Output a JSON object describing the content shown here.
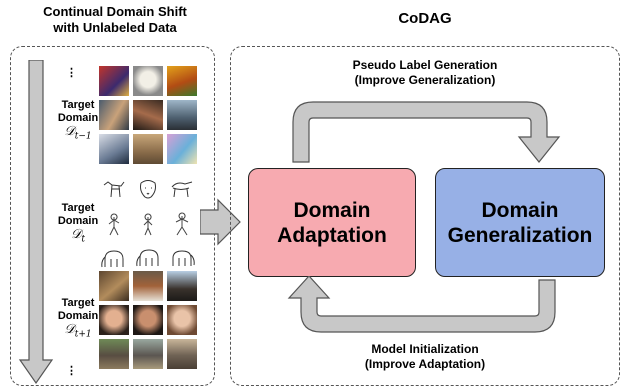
{
  "left_panel": {
    "title_line1": "Continual Domain Shift",
    "title_line2": "with Unlabeled Data",
    "ellipsis": "⋮",
    "domains": [
      {
        "label_line1": "Target",
        "label_line2": "Domain",
        "symbol": "𝒟",
        "subscript": "t−1",
        "style": "photo"
      },
      {
        "label_line1": "Target",
        "label_line2": "Domain",
        "symbol": "𝒟",
        "subscript": "t",
        "style": "sketch"
      },
      {
        "label_line1": "Target",
        "label_line2": "Domain",
        "symbol": "𝒟",
        "subscript": "t+1",
        "style": "photo"
      }
    ]
  },
  "right_panel": {
    "title": "CoDAG",
    "top_caption_line1": "Pseudo Label Generation",
    "top_caption_line2": "(Improve Generalization)",
    "bottom_caption_line1": "Model Initialization",
    "bottom_caption_line2": "(Improve Adaptation)",
    "box_adaptation_line1": "Domain",
    "box_adaptation_line2": "Adaptation",
    "box_generalization_line1": "Domain",
    "box_generalization_line2": "Generalization"
  },
  "colors": {
    "adaptation_fill": "#f7aab0",
    "generalization_fill": "#97b0e6",
    "arrow_fill": "#c8c8c8",
    "arrow_stroke": "#555555"
  }
}
